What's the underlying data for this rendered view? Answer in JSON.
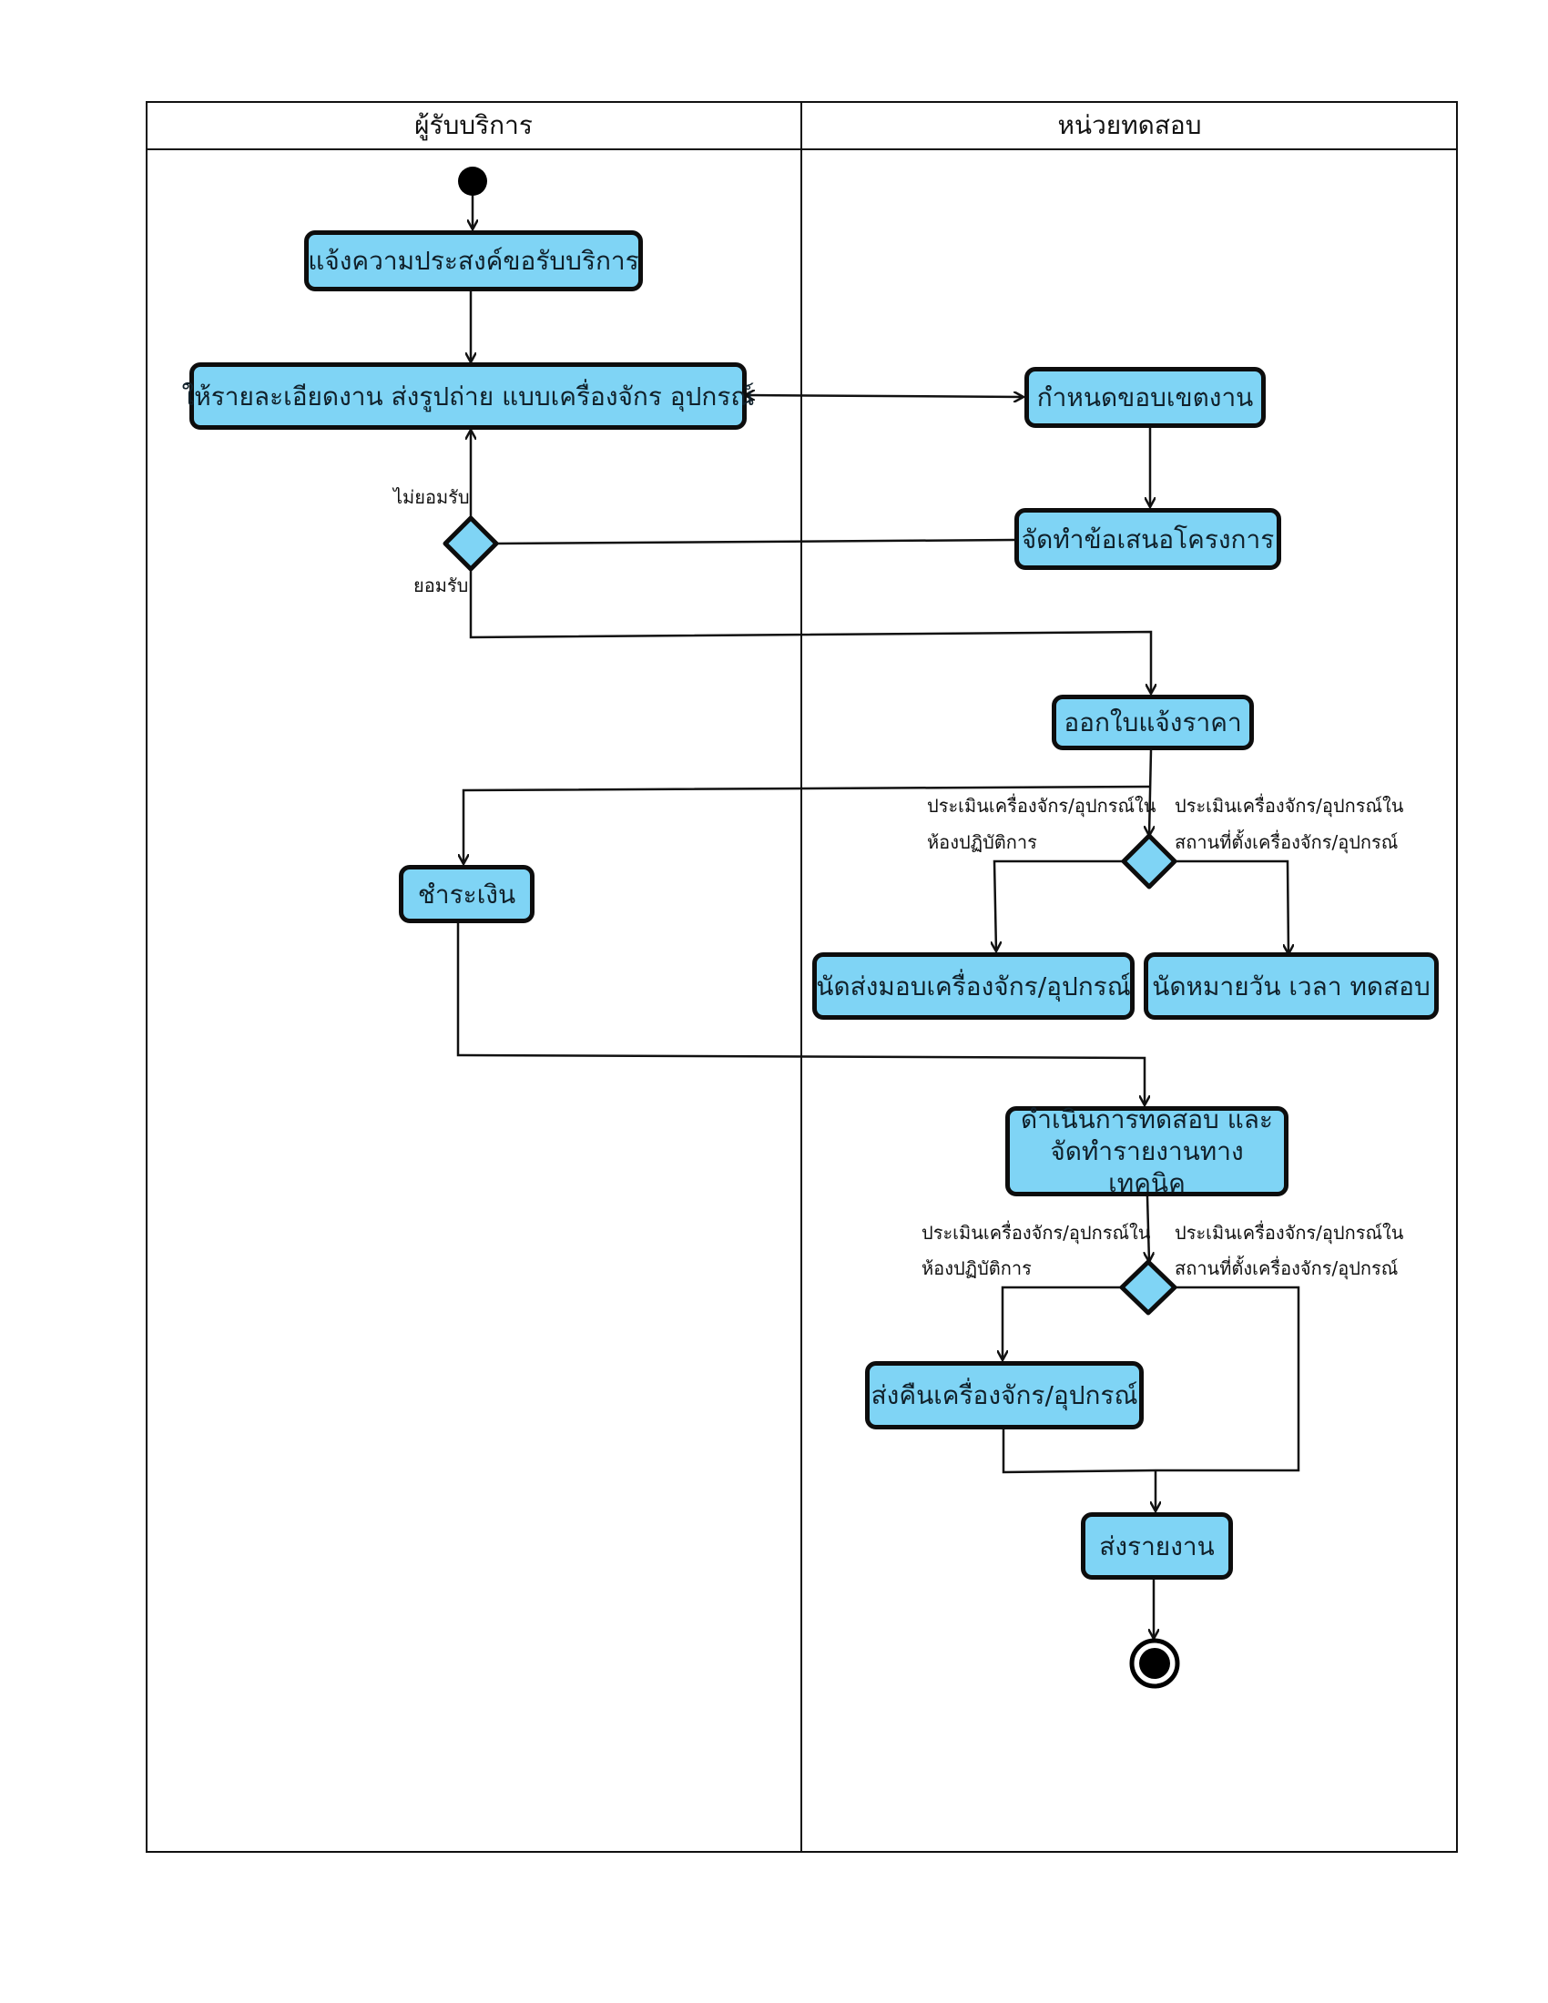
{
  "lanes": {
    "client": "ผู้รับบริการ",
    "lab": "หน่วยทดสอบ"
  },
  "activities": {
    "request": "แจ้งความประสงค์ขอรับบริการ",
    "details": "ให้รายละเอียดงาน ส่งรูปถ่าย แบบเครื่องจักร อุปกรณ์",
    "scope": "กำหนดขอบเขตงาน",
    "proposal": "จัดทำข้อเสนอโครงการ",
    "quote": "ออกใบแจ้งราคา",
    "pay": "ชำระเงิน",
    "deliver": "นัดส่งมอบเครื่องจักร/อุปกรณ์",
    "schedule": "นัดหมายวัน เวลา ทดสอบ",
    "test_line1": "ดำเนินการทดสอบ และ",
    "test_line2": "จัดทำรายงานทางเทคนิค",
    "return": "ส่งคืนเครื่องจักร/อุปกรณ์",
    "report": "ส่งรายงาน"
  },
  "guards": {
    "reject": "ไม่ยอมรับ",
    "accept": "ยอมรับ",
    "lab_1a": "ประเมินเครื่องจักร/อุปกรณ์ใน",
    "lab_1b": "ห้องปฏิบัติการ",
    "site_1a": "ประเมินเครื่องจักร/อุปกรณ์ใน",
    "site_1b": "สถานที่ตั้งเครื่องจักร/อุปกรณ์",
    "lab_2a": "ประเมินเครื่องจักร/อุปกรณ์ใน",
    "lab_2b": "ห้องปฏิบัติการ",
    "site_2a": "ประเมินเครื่องจักร/อุปกรณ์ใน",
    "site_2b": "สถานที่ตั้งเครื่องจักร/อุปกรณ์"
  },
  "colors": {
    "activity_fill": "#7fd4f5",
    "decision_fill": "#7fd4f5",
    "stroke": "#0d0d0d"
  }
}
